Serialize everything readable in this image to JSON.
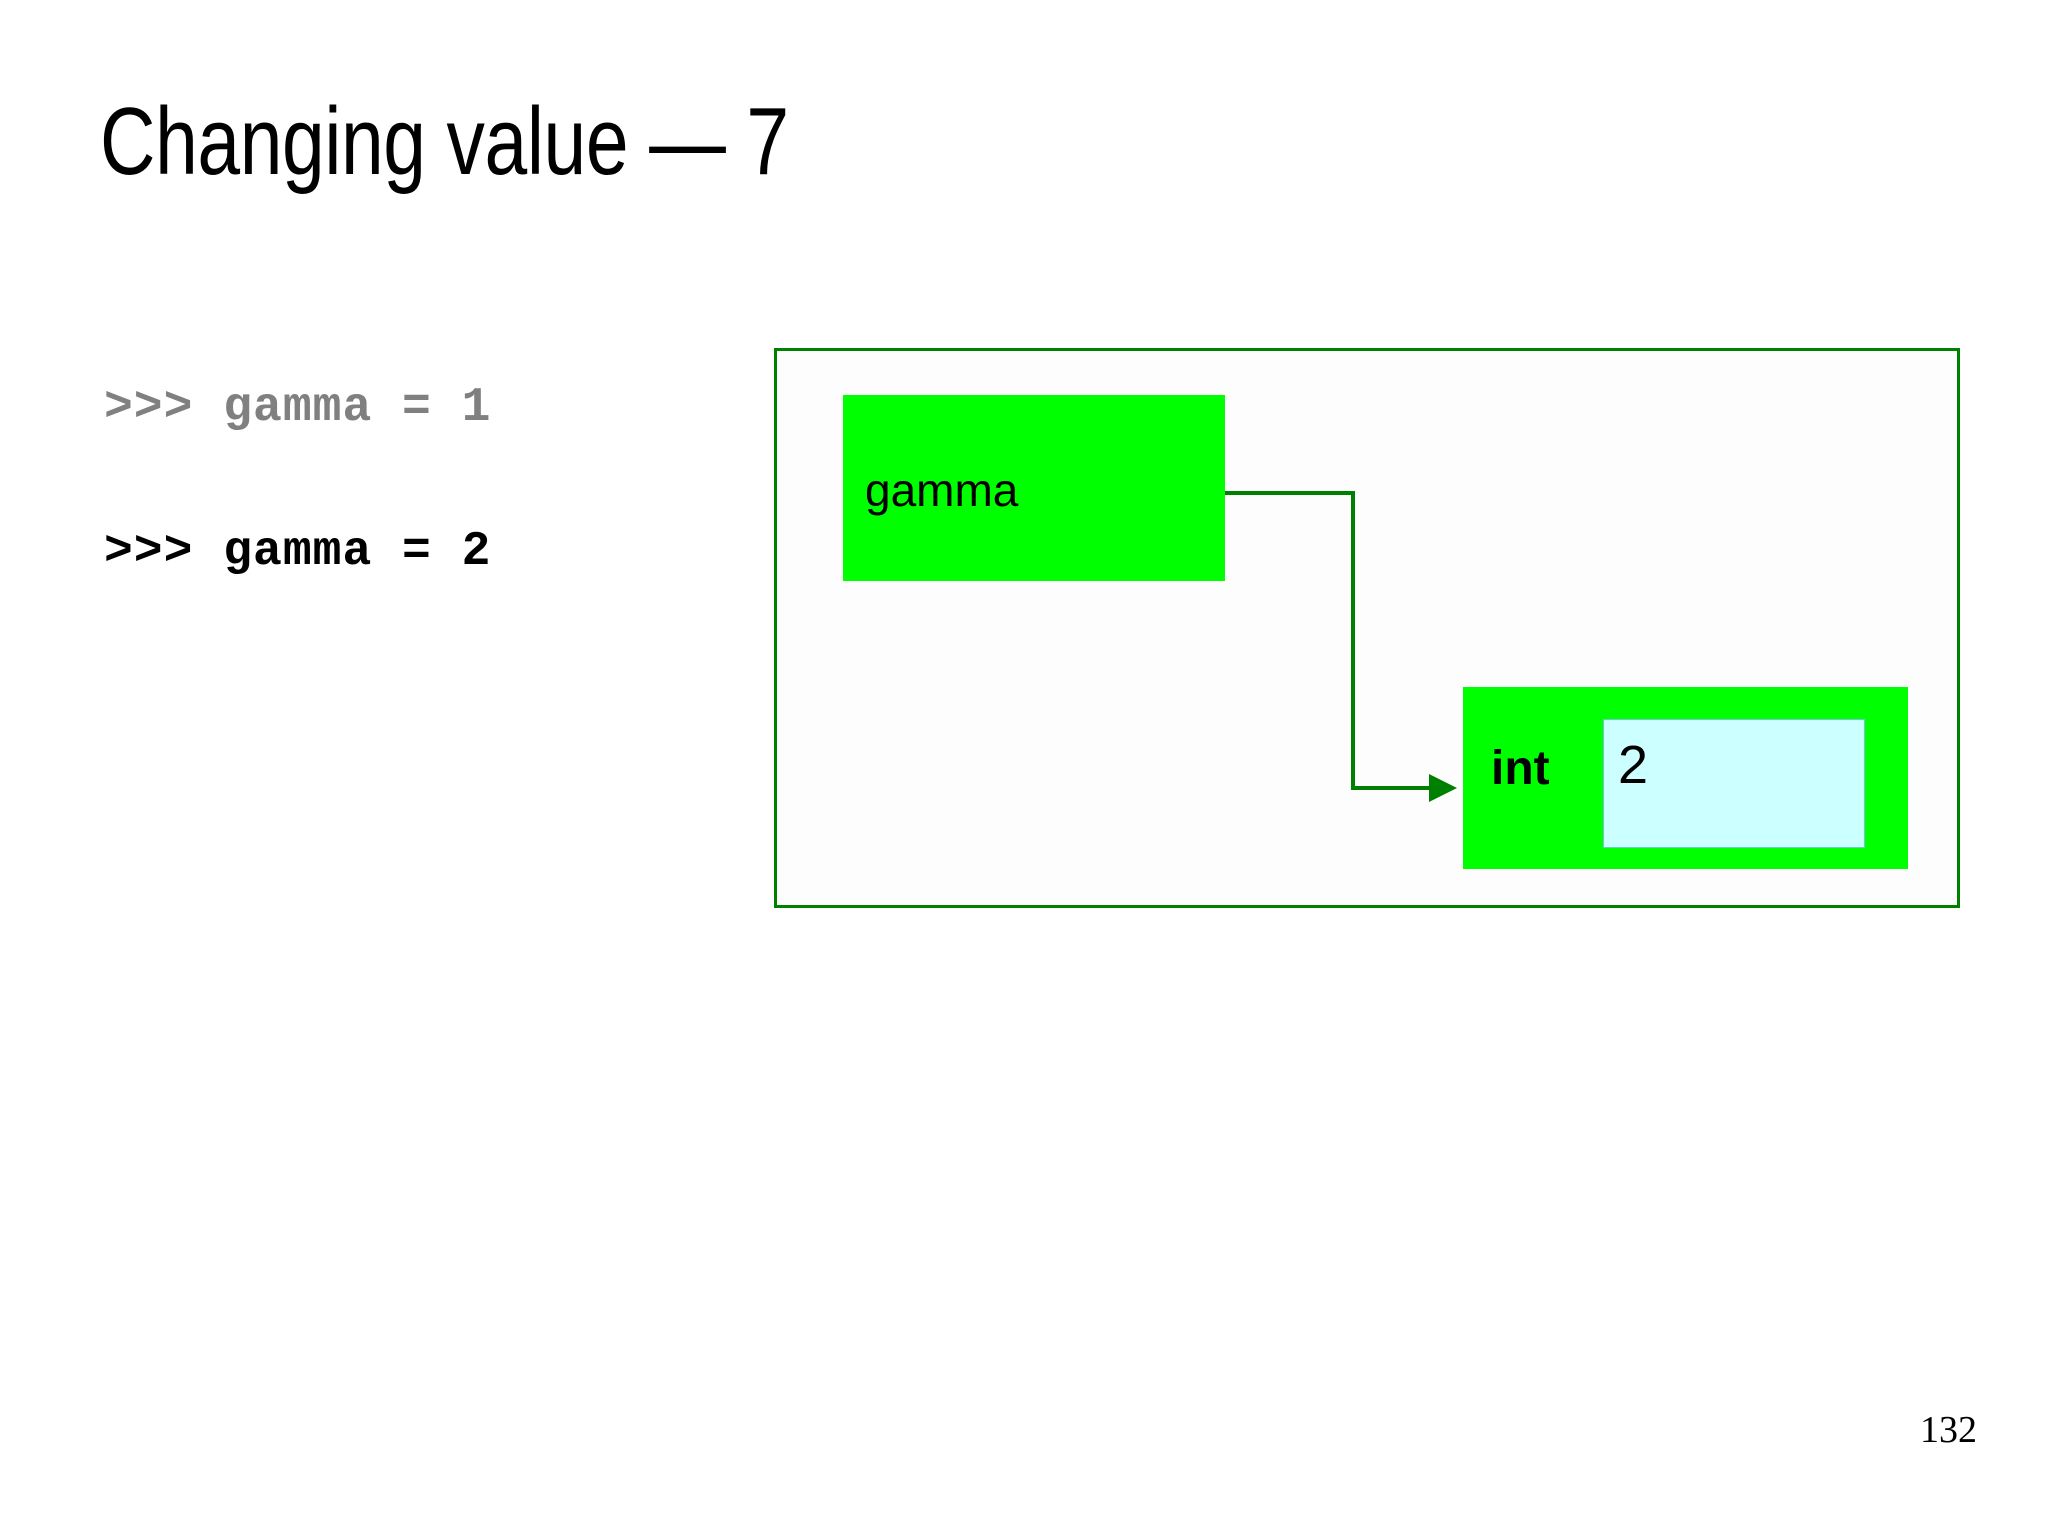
{
  "slide": {
    "title": "Changing value — 7",
    "page_number": "132",
    "background_color": "#ffffff"
  },
  "code": {
    "previous_line": ">>> gamma = 1",
    "current_line": ">>> gamma = 2",
    "previous_color": "#808080",
    "current_color": "#000000"
  },
  "diagram": {
    "frame_border_color": "#008000",
    "namespace_box": {
      "label": "gamma",
      "fill_color": "#00ff00"
    },
    "object_box": {
      "type_label": "int",
      "value": "2",
      "fill_color": "#00ff00",
      "value_fill_color": "#ccffff"
    },
    "connector": {
      "color": "#008000",
      "arrow_name": "reference-arrow"
    }
  }
}
